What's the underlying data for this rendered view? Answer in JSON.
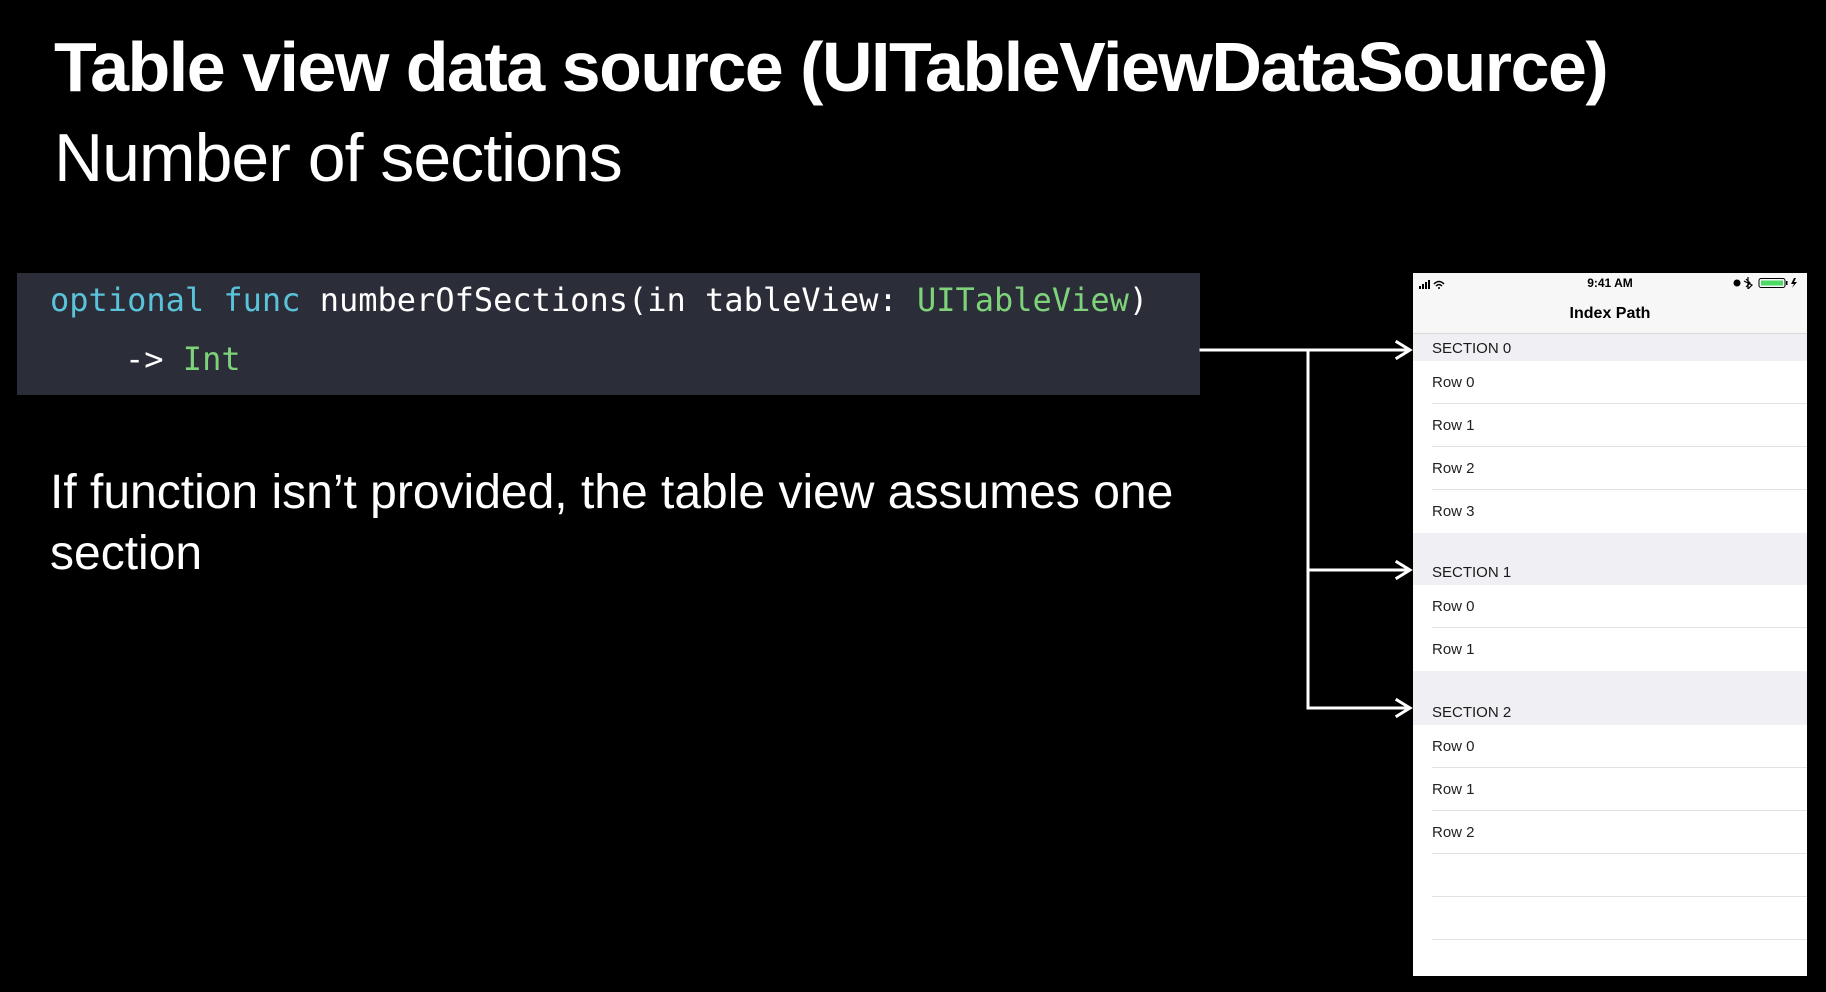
{
  "slide": {
    "title": "Table view data source (UITableViewDataSource)",
    "subtitle": "Number of sections",
    "code": {
      "line1": {
        "keyword1": "optional",
        "keyword2": "func",
        "plain": "numberOfSections(in tableView:",
        "type": "UITableView",
        "close": ")"
      },
      "line2": {
        "arrow": "->",
        "type": "Int"
      }
    },
    "note": "If function isn’t provided, the table view assumes one section"
  },
  "phone": {
    "status_time": "9:41 AM",
    "nav_title": "Index Path",
    "sections": [
      {
        "header": "SECTION 0",
        "rows": [
          "Row 0",
          "Row 1",
          "Row 2",
          "Row 3"
        ]
      },
      {
        "header": "SECTION 1",
        "rows": [
          "Row 0",
          "Row 1"
        ]
      },
      {
        "header": "SECTION 2",
        "rows": [
          "Row 0",
          "Row 1",
          "Row 2"
        ]
      }
    ]
  },
  "colors": {
    "background": "#000000",
    "code_background": "#2b2d38",
    "keyword": "#5ac3d9",
    "type": "#7ed27a",
    "section_header": "#efeff4"
  }
}
